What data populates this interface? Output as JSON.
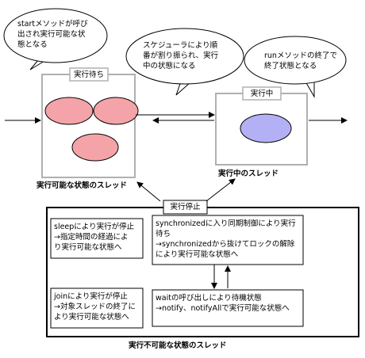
{
  "bubbles": {
    "start": "startメソッドが呼び\n出され実行可能な状\n態となる",
    "scheduler": "スケジューラにより順\n番が割り振られ、実行\n中の状態になる",
    "run_end": "runメソッドの終了で\n終了状態となる"
  },
  "runnable": {
    "title": "実行待ち",
    "caption": "実行可能な状態のスレッド"
  },
  "running": {
    "title": "実行中",
    "caption": "実行中のスレッド"
  },
  "blocked": {
    "title": "実行停止",
    "caption": "実行不可能な状態のスレッド",
    "boxes": {
      "sleep": "sleepにより実行が停止\n→指定時間の経過によ\nり実行可能な状態へ",
      "join": "joinにより実行が停止\n→対象スレッドの終了に\nより実行可能な状態へ",
      "synchronized": "synchronizedに入り同期制御により実行\n待ち\n→synchronizedから抜けてロックの解除\nにより実行可能な状態へ",
      "wait": "waitの呼び出しにより待機状態\n→notify、notifyAllで実行可能な状態へ"
    }
  },
  "colors": {
    "runnable_thread": "#f4a4a8",
    "running_thread": "#b3b0f5",
    "frame": "#b0b0b0"
  }
}
